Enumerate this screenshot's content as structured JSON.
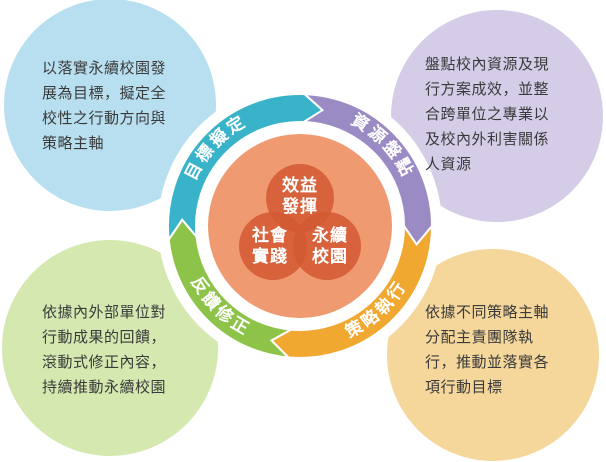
{
  "colors": {
    "blue": "#b8dff0",
    "purple": "#d5cde8",
    "green": "#d4e8b0",
    "orange": "#f5d79c",
    "ring_teal": "#38b3c9",
    "ring_purple": "#9b8bc4",
    "ring_orange": "#f0a830",
    "ring_green": "#8ec34a",
    "center_bg": "#f09a72",
    "center_circle": "#d35a33"
  },
  "steps": [
    {
      "id": "goal",
      "label": "目標擬定",
      "color": "teal",
      "description": [
        "以落實永續校園發",
        "展為目標，擬定全",
        "校性之行動方向與",
        "策略主軸"
      ]
    },
    {
      "id": "resource",
      "label": "資源盤點",
      "color": "purple",
      "description": [
        "盤點校內資源及現",
        "行方案成效，並整",
        "合跨單位之專業以",
        "及校內外利害關係",
        "人資源"
      ]
    },
    {
      "id": "execute",
      "label": "策略執行",
      "color": "orange",
      "description": [
        "依據不同策略主軸",
        "分配主責團隊執",
        "行，推動並落實各",
        "項行動目標"
      ]
    },
    {
      "id": "feedback",
      "label": "反饋修正",
      "color": "green",
      "description": [
        "依據內外部單位對",
        "行動成果的回饋，",
        "滾動式修正內容，",
        "持續推動永續校園"
      ]
    }
  ],
  "center": [
    {
      "id": "benefit",
      "lines": [
        "效益",
        "發揮"
      ]
    },
    {
      "id": "social",
      "lines": [
        "社會",
        "實踐"
      ]
    },
    {
      "id": "campus",
      "lines": [
        "永續",
        "校園"
      ]
    }
  ]
}
